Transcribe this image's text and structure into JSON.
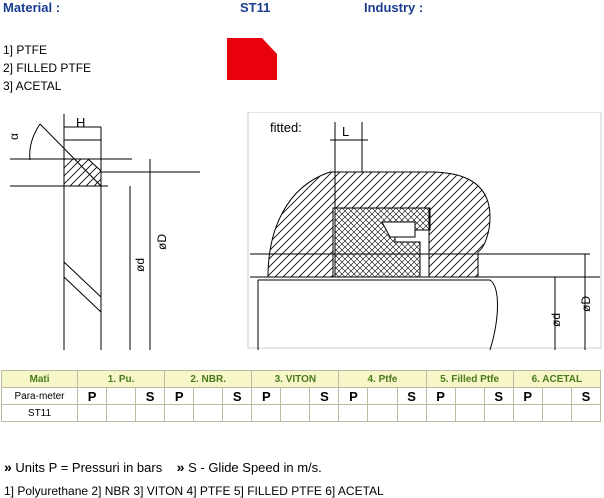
{
  "header": {
    "material_label": "Material :",
    "product_code": "ST11",
    "industry_label": "Industry :"
  },
  "materials": [
    "1] PTFE",
    "2] FILLED PTFE",
    "3] ACETAL"
  ],
  "profile_swatch_color": "#e8000c",
  "drawing": {
    "fitted_label": "fitted:",
    "dim_h": "H",
    "dim_l": "L",
    "dim_d_small": "ød",
    "dim_d_large": "øD",
    "angle_symbol": "α"
  },
  "table": {
    "headers": [
      "Mati",
      "1. Pu.",
      "2. NBR.",
      "3. VITON",
      "4. Ptfe",
      "5. Filled Ptfe",
      "6. ACETAL"
    ],
    "row_label": "Para-meter",
    "row_cells": [
      "P",
      "",
      "S",
      "P",
      "",
      "S",
      "P",
      "",
      "S",
      "P",
      "",
      "S",
      "P",
      "",
      "S",
      "P",
      "",
      "S"
    ],
    "product_row_label": "ST11"
  },
  "notes": {
    "units": "Units P = Pressuri in bars",
    "speed": "S - Glide Speed in m/s."
  },
  "footer": "1] Polyurethane 2] NBR 3] VITON 4] PTFE 5] FILLED PTFE 6] ACETAL"
}
